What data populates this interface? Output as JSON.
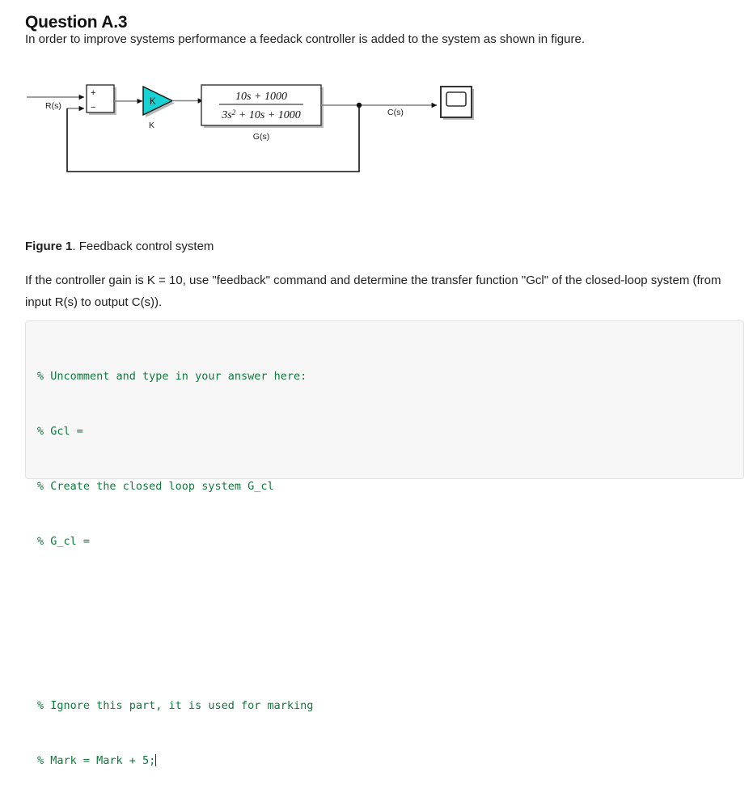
{
  "page": {
    "title": "Question A.3",
    "intro": "In order to improve systems performance a feedack controller is added to the system as shown in figure.",
    "question_body": "If the controller gain is K = 10, use \"feedback\" command and determine the transfer function \"Gcl\" of the closed-loop system (from input R(s) to output C(s))."
  },
  "figure": {
    "label": "Figure 1",
    "caption": ". Feedback control system",
    "diagram": {
      "input_signal_label": "R(s)",
      "output_signal_label": "C(s)",
      "sum_block": {
        "plus_sign": "+",
        "minus_sign": "−"
      },
      "gain_block": {
        "inner_label": "K",
        "caption": "K",
        "fill_color": "#17d2d2"
      },
      "transfer_function_block": {
        "numerator": "10s + 1000",
        "denominator_part1": "3s",
        "denominator_exponent": "2",
        "denominator_part2": " + 10s + 1000",
        "caption": "G(s)"
      },
      "scope_block": {
        "name": "scope"
      }
    }
  },
  "code": {
    "lines": [
      "% Uncomment and type in your answer here:",
      "% Gcl =",
      "% Create the closed loop system G_cl",
      "% G_cl =",
      "",
      "",
      "% Ignore this part, it is used for marking",
      "% Mark = Mark + 5;"
    ],
    "text_color": "#107a3c",
    "background_color": "#f7f7f7"
  }
}
